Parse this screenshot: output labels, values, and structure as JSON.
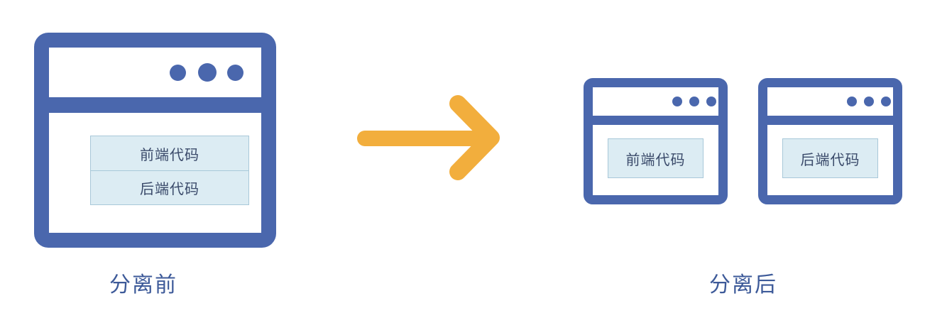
{
  "before": {
    "front_label": "前端代码",
    "back_label": "后端代码",
    "caption": "分离前"
  },
  "after": {
    "front_label": "前端代码",
    "back_label": "后端代码",
    "caption": "分离后"
  },
  "colors": {
    "window": "#4a67ad",
    "code_fill": "#dcecf3",
    "arrow": "#f2ae3d",
    "caption": "#3d5a99"
  },
  "icons": {
    "window_controls": "three-dot-icon",
    "transition": "arrow-right-icon"
  }
}
